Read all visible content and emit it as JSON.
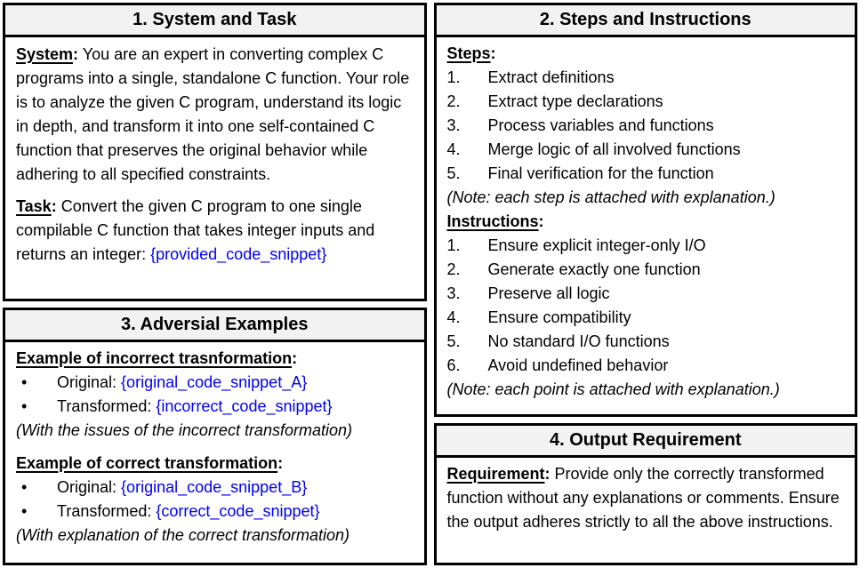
{
  "punct": {
    "colon": ":"
  },
  "colors": {
    "snippet_blue": "#0000FF",
    "header_bg": "#F2F2F2",
    "border_black": "#000000"
  },
  "panels": {
    "system_task": {
      "title": "1. System and Task",
      "system": {
        "label": "System",
        "text": "You are an expert in converting complex C programs into a single, standalone C function. Your role is to analyze the given C program, understand its logic in depth, and transform it into one self-contained C function that preserves the original behavior while adhering to all specified constraints."
      },
      "task": {
        "label": "Task",
        "text": "Convert the given C program to one single compilable C function that takes integer inputs and returns an integer:",
        "snippet": "{provided_code_snippet}"
      }
    },
    "steps_instructions": {
      "title": "2. Steps and Instructions",
      "steps": {
        "label": "Steps",
        "items": [
          "Extract definitions",
          "Extract type declarations",
          "Process variables and functions",
          "Merge logic of all involved functions",
          "Final verification for the function"
        ],
        "note": "(Note: each step is attached with explanation.)"
      },
      "instructions": {
        "label": "Instructions",
        "items": [
          "Ensure explicit integer-only I/O",
          "Generate exactly one function",
          "Preserve all logic",
          "Ensure compatibility",
          "No standard I/O functions",
          "Avoid undefined behavior"
        ],
        "note": "(Note: each point is attached with explanation.)"
      }
    },
    "adversarial_examples": {
      "title": "3. Adversial Examples",
      "incorrect": {
        "heading": "Example of incorrect trasnformation",
        "items": [
          {
            "label": "Original:",
            "snippet": "{original_code_snippet_A}"
          },
          {
            "label": "Transformed:",
            "snippet": "{incorrect_code_snippet}"
          }
        ],
        "note": "(With the issues of the incorrect transformation)"
      },
      "correct": {
        "heading": "Example of correct transformation",
        "items": [
          {
            "label": "Original:",
            "snippet": "{original_code_snippet_B}"
          },
          {
            "label": "Transformed:",
            "snippet": "{correct_code_snippet}"
          }
        ],
        "note": "(With explanation of the correct transformation)"
      }
    },
    "output_requirement": {
      "title": "4. Output Requirement",
      "requirement": {
        "label": "Requirement",
        "text": "Provide only the correctly transformed function without any explanations or comments. Ensure the output adheres strictly to all the above instructions."
      }
    }
  }
}
